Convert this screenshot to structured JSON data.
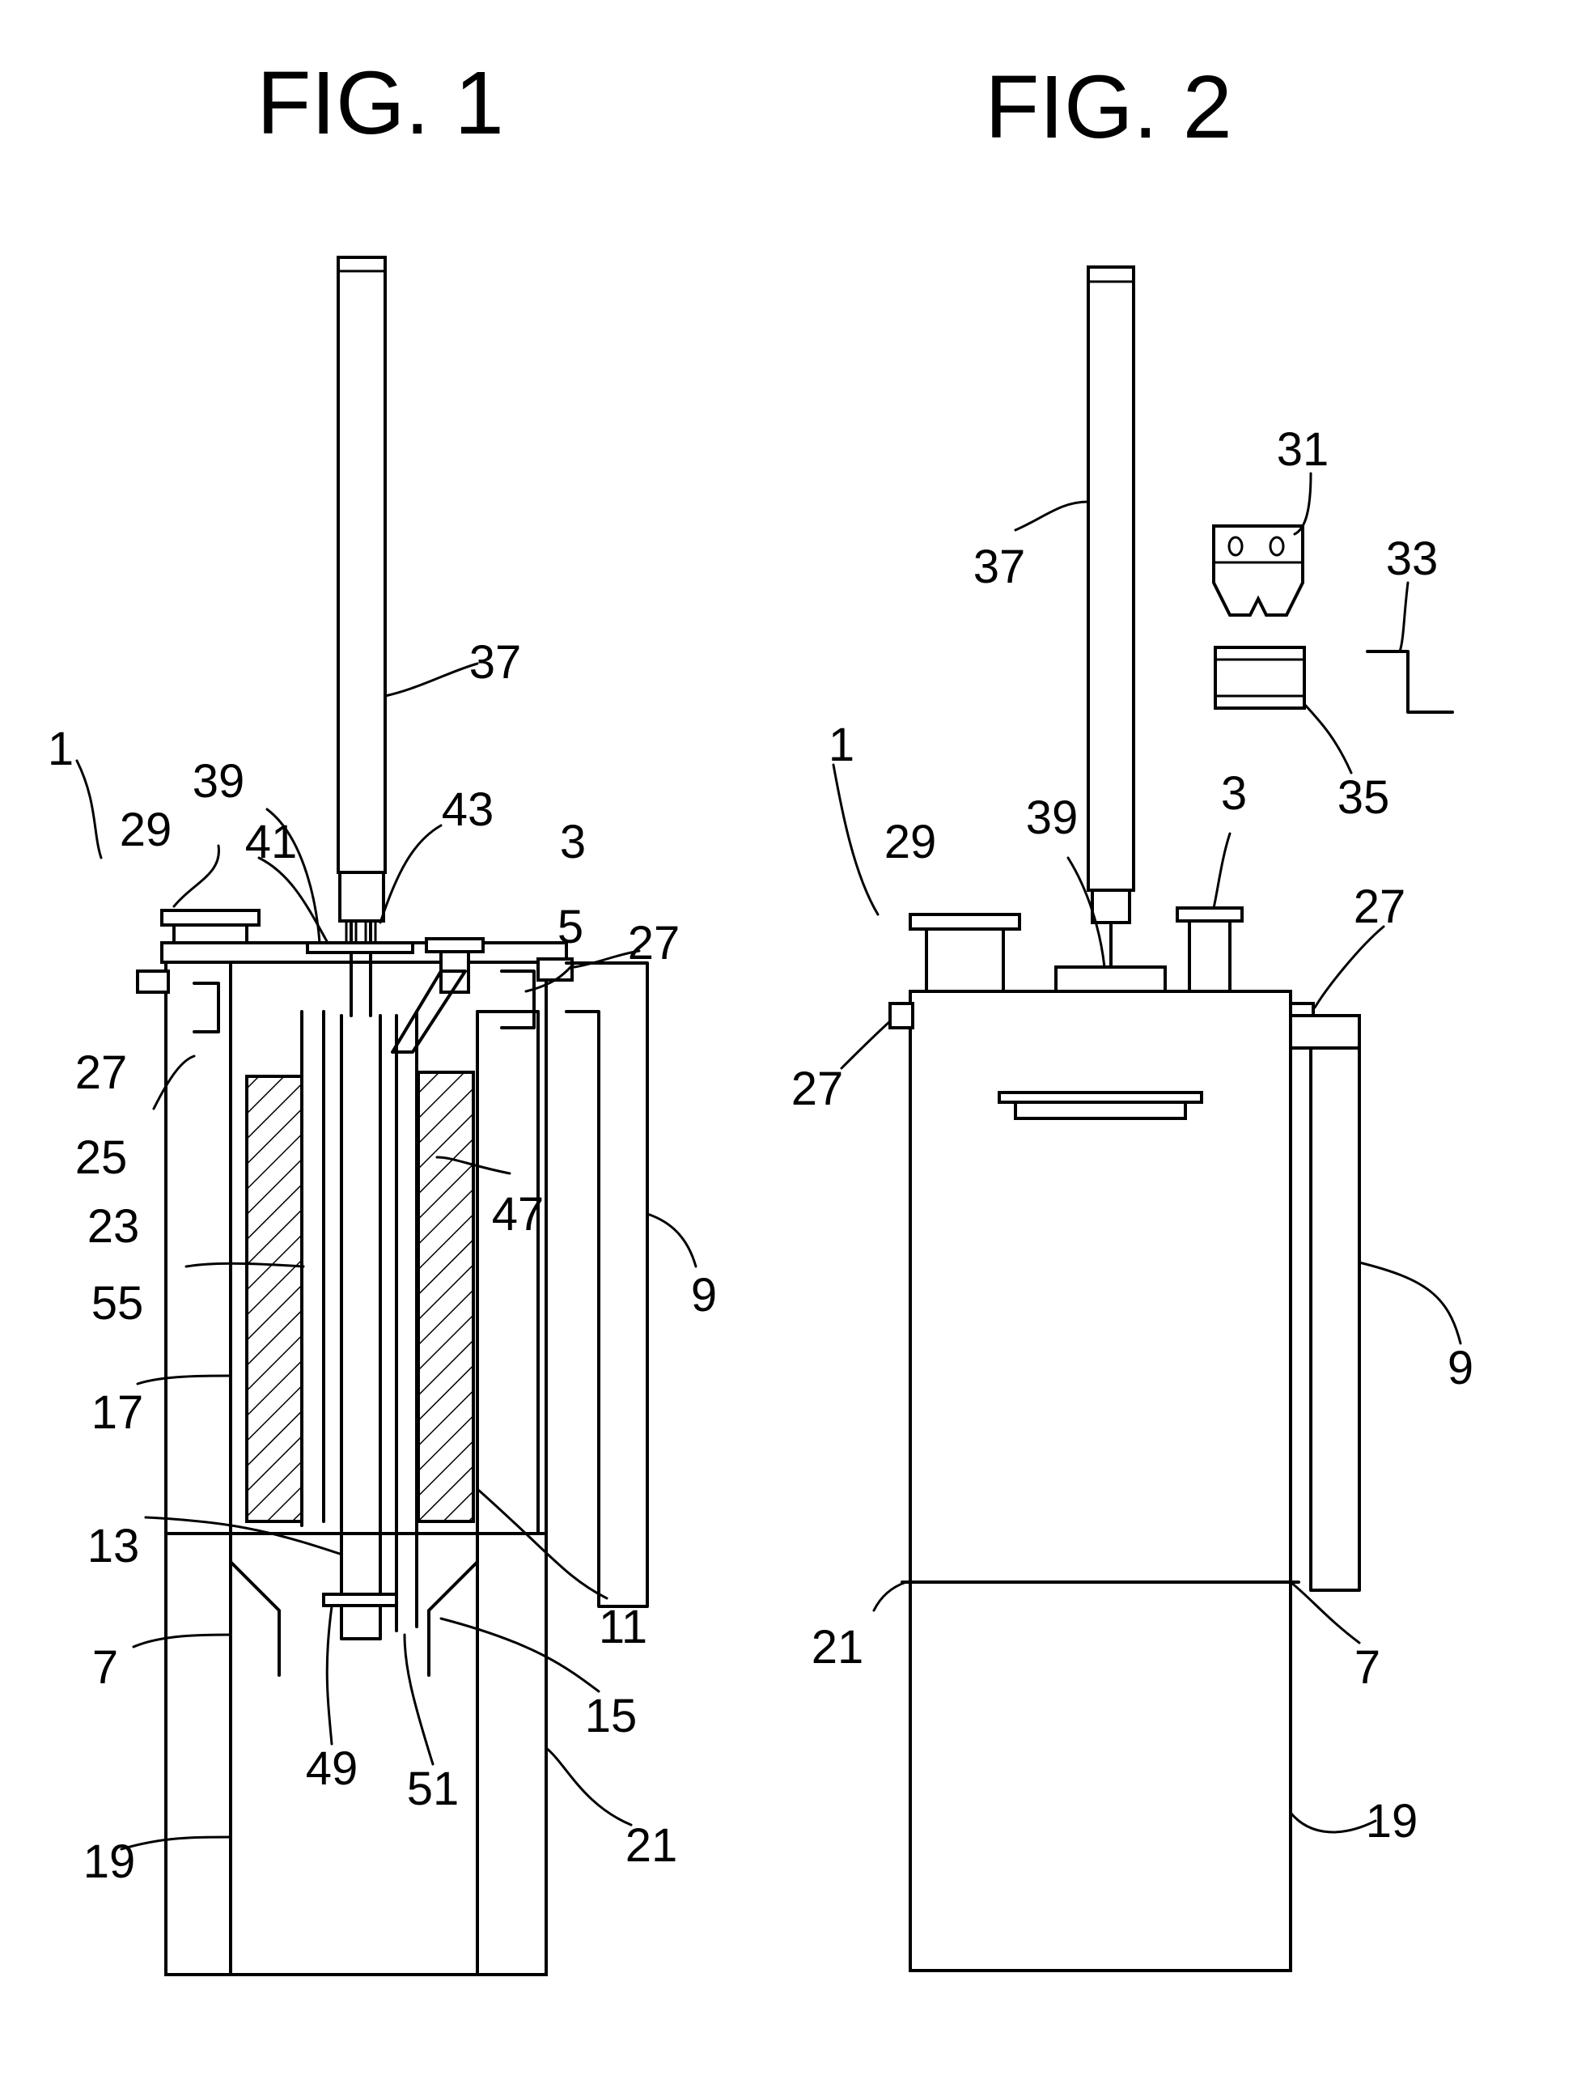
{
  "figures": [
    {
      "title": "FIG. 1",
      "labels": [
        "1",
        "29",
        "39",
        "41",
        "43",
        "37",
        "3",
        "5",
        "27",
        "27",
        "25",
        "23",
        "55",
        "47",
        "9",
        "17",
        "13",
        "11",
        "7",
        "49",
        "51",
        "15",
        "19",
        "21"
      ]
    },
    {
      "title": "FIG. 2",
      "labels": [
        "37",
        "31",
        "33",
        "35",
        "1",
        "29",
        "39",
        "3",
        "27",
        "27",
        "9",
        "21",
        "7",
        "19"
      ]
    }
  ]
}
